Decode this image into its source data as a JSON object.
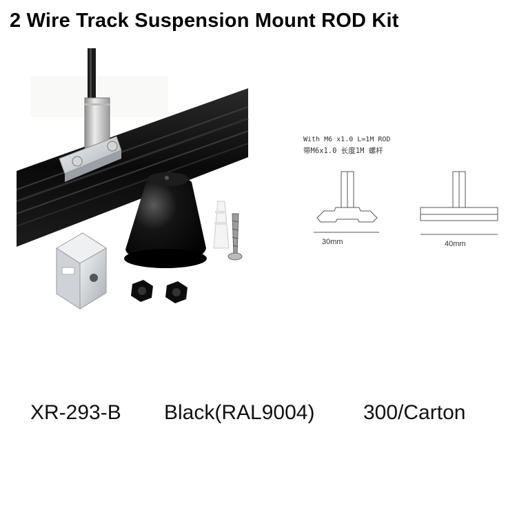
{
  "title": "2 Wire Track Suspension Mount ROD Kit",
  "spec": {
    "line1": "With M6 x1.0 L=1M ROD",
    "line2": "带M6x1.0 长度1M 螺杆"
  },
  "dimensions": {
    "left": "30mm",
    "right": "40mm"
  },
  "footer": {
    "model": "XR-293-B",
    "color": "Black(RAL9004)",
    "packing": "300/Carton"
  },
  "colors": {
    "track": "#0b0b0b",
    "metal": "#c8c8c8",
    "aluminum": "#d9dde0",
    "canopy": "#050505"
  }
}
